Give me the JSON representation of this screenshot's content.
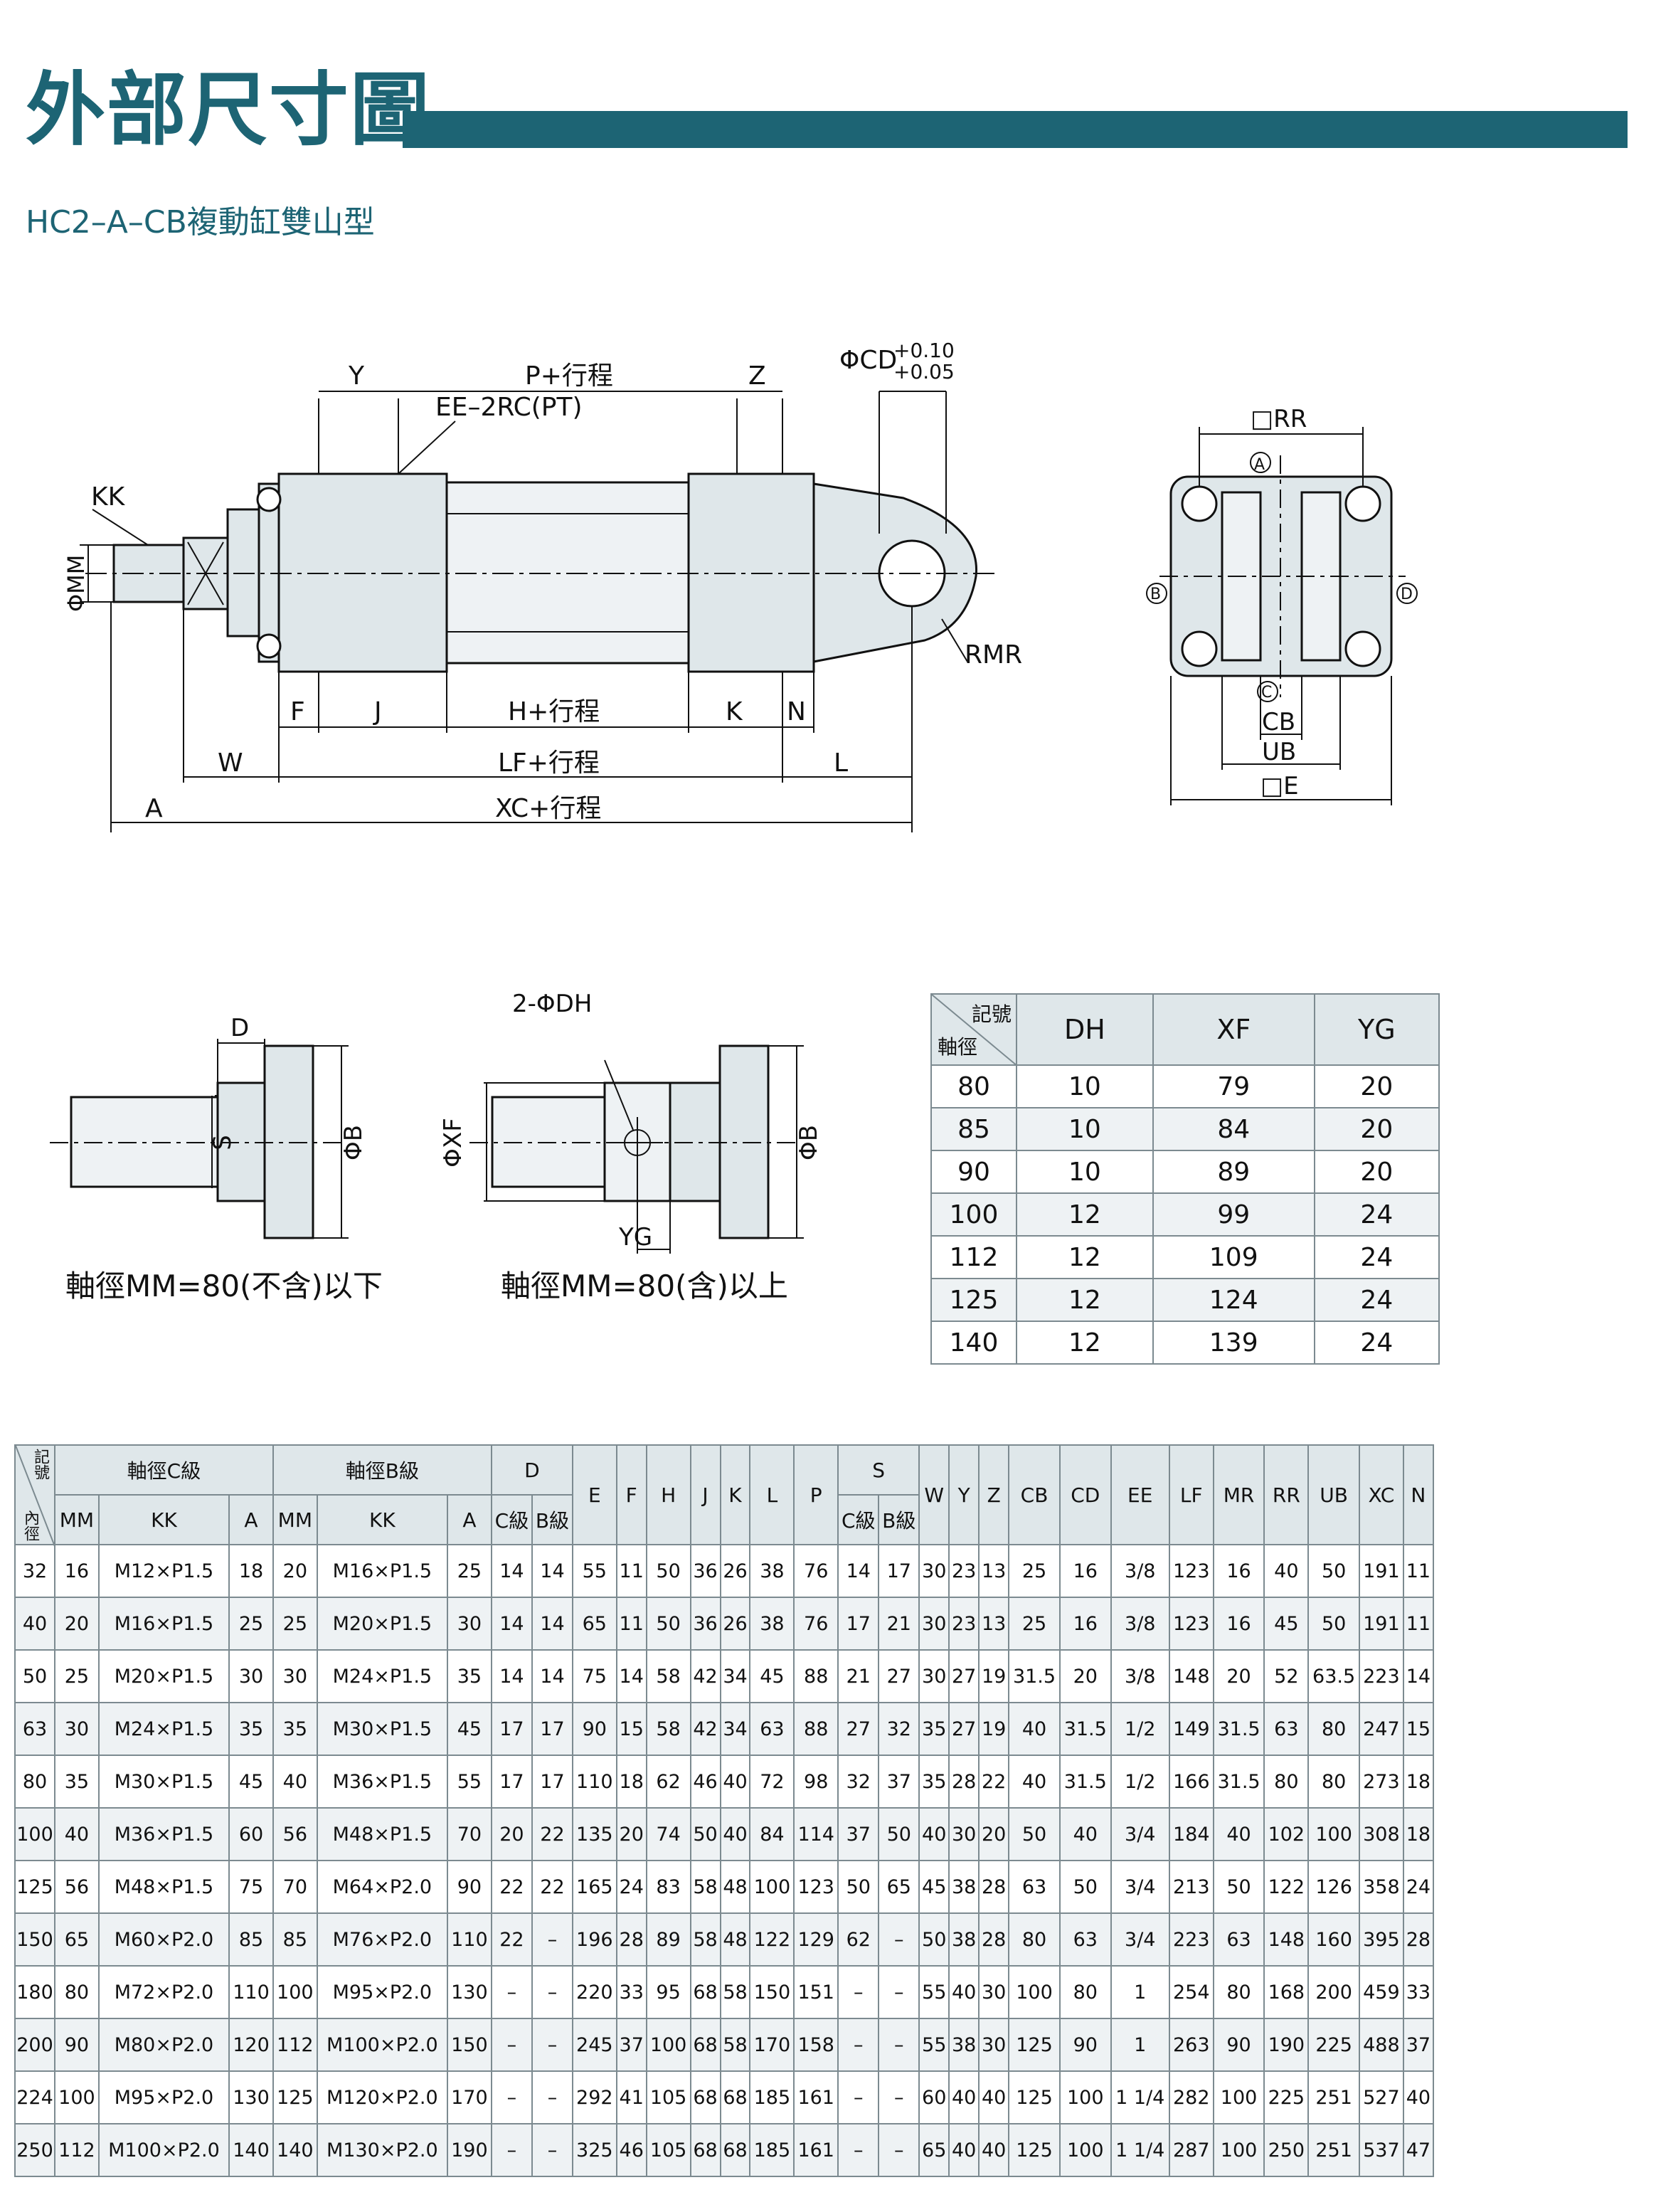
{
  "header": {
    "title": "外部尺寸圖",
    "subtitle": "HC2–A–CB複動缸雙山型"
  },
  "colors": {
    "accent": "#1d6474",
    "header_bg": "#dfe7ea",
    "row_alt": "#eef2f4",
    "grid": "#7c8a90"
  },
  "main_drawing": {
    "labels": {
      "y": "Y",
      "p_stroke": "P+行程",
      "z": "Z",
      "cd": "ΦCD",
      "cd_tol_top": "+0.10",
      "cd_tol_bottom": "+0.05",
      "ee": "EE–2RC(PT)",
      "kk": "KK",
      "mm": "ΦMM",
      "rmr": "RMR",
      "f": "F",
      "j": "J",
      "h_stroke": "H+行程",
      "k": "K",
      "n": "N",
      "w": "W",
      "lf_stroke": "LF+行程",
      "l": "L",
      "a": "A",
      "xc_stroke": "XC+行程"
    }
  },
  "end_view": {
    "labels": {
      "rr": "□RR",
      "pa": "A",
      "pb": "B",
      "pc": "C",
      "pd": "D",
      "cb": "CB",
      "ub": "UB",
      "e": "□E"
    }
  },
  "rod_views": {
    "labels": {
      "d": "D",
      "s": "S",
      "b1": "ΦB",
      "dh": "2-ΦDH",
      "xf": "ΦXF",
      "b2": "ΦB",
      "yg": "YG"
    },
    "caption_left": "軸徑MM=80(不含)以下",
    "caption_right": "軸徑MM=80(含)以上"
  },
  "small_table": {
    "corner_top": "記號",
    "corner_bottom": "軸徑",
    "headers": [
      "DH",
      "XF",
      "YG"
    ],
    "rows": [
      [
        "80",
        "10",
        "79",
        "20"
      ],
      [
        "85",
        "10",
        "84",
        "20"
      ],
      [
        "90",
        "10",
        "89",
        "20"
      ],
      [
        "100",
        "12",
        "99",
        "24"
      ],
      [
        "112",
        "12",
        "109",
        "24"
      ],
      [
        "125",
        "12",
        "124",
        "24"
      ],
      [
        "140",
        "12",
        "139",
        "24"
      ]
    ]
  },
  "big_table": {
    "corner_top": "記號",
    "corner_bottom": "內徑",
    "group_c": "軸徑C級",
    "group_b": "軸徑B級",
    "group_d": "D",
    "group_s": "S",
    "sub_c": [
      "MM",
      "KK",
      "A"
    ],
    "sub_b": [
      "MM",
      "KK",
      "A"
    ],
    "sub_d": [
      "C級",
      "B級"
    ],
    "sub_s": [
      "C級",
      "B級"
    ],
    "mid_cols": [
      "E",
      "F",
      "H",
      "J",
      "K",
      "L",
      "P"
    ],
    "end_cols": [
      "W",
      "Y",
      "Z",
      "CB",
      "CD",
      "EE",
      "LF",
      "MR",
      "RR",
      "UB",
      "XC",
      "N"
    ],
    "rows": [
      [
        "32",
        "16",
        "M12×P1.5",
        "18",
        "20",
        "M16×P1.5",
        "25",
        "14",
        "14",
        "55",
        "11",
        "50",
        "36",
        "26",
        "38",
        "76",
        "14",
        "17",
        "30",
        "23",
        "13",
        "25",
        "16",
        "3/8",
        "123",
        "16",
        "40",
        "50",
        "191",
        "11"
      ],
      [
        "40",
        "20",
        "M16×P1.5",
        "25",
        "25",
        "M20×P1.5",
        "30",
        "14",
        "14",
        "65",
        "11",
        "50",
        "36",
        "26",
        "38",
        "76",
        "17",
        "21",
        "30",
        "23",
        "13",
        "25",
        "16",
        "3/8",
        "123",
        "16",
        "45",
        "50",
        "191",
        "11"
      ],
      [
        "50",
        "25",
        "M20×P1.5",
        "30",
        "30",
        "M24×P1.5",
        "35",
        "14",
        "14",
        "75",
        "14",
        "58",
        "42",
        "34",
        "45",
        "88",
        "21",
        "27",
        "30",
        "27",
        "19",
        "31.5",
        "20",
        "3/8",
        "148",
        "20",
        "52",
        "63.5",
        "223",
        "14"
      ],
      [
        "63",
        "30",
        "M24×P1.5",
        "35",
        "35",
        "M30×P1.5",
        "45",
        "17",
        "17",
        "90",
        "15",
        "58",
        "42",
        "34",
        "63",
        "88",
        "27",
        "32",
        "35",
        "27",
        "19",
        "40",
        "31.5",
        "1/2",
        "149",
        "31.5",
        "63",
        "80",
        "247",
        "15"
      ],
      [
        "80",
        "35",
        "M30×P1.5",
        "45",
        "40",
        "M36×P1.5",
        "55",
        "17",
        "17",
        "110",
        "18",
        "62",
        "46",
        "40",
        "72",
        "98",
        "32",
        "37",
        "35",
        "28",
        "22",
        "40",
        "31.5",
        "1/2",
        "166",
        "31.5",
        "80",
        "80",
        "273",
        "18"
      ],
      [
        "100",
        "40",
        "M36×P1.5",
        "60",
        "56",
        "M48×P1.5",
        "70",
        "20",
        "22",
        "135",
        "20",
        "74",
        "50",
        "40",
        "84",
        "114",
        "37",
        "50",
        "40",
        "30",
        "20",
        "50",
        "40",
        "3/4",
        "184",
        "40",
        "102",
        "100",
        "308",
        "18"
      ],
      [
        "125",
        "56",
        "M48×P1.5",
        "75",
        "70",
        "M64×P2.0",
        "90",
        "22",
        "22",
        "165",
        "24",
        "83",
        "58",
        "48",
        "100",
        "123",
        "50",
        "65",
        "45",
        "38",
        "28",
        "63",
        "50",
        "3/4",
        "213",
        "50",
        "122",
        "126",
        "358",
        "24"
      ],
      [
        "150",
        "65",
        "M60×P2.0",
        "85",
        "85",
        "M76×P2.0",
        "110",
        "22",
        "–",
        "196",
        "28",
        "89",
        "58",
        "48",
        "122",
        "129",
        "62",
        "–",
        "50",
        "38",
        "28",
        "80",
        "63",
        "3/4",
        "223",
        "63",
        "148",
        "160",
        "395",
        "28"
      ],
      [
        "180",
        "80",
        "M72×P2.0",
        "110",
        "100",
        "M95×P2.0",
        "130",
        "–",
        "–",
        "220",
        "33",
        "95",
        "68",
        "58",
        "150",
        "151",
        "–",
        "–",
        "55",
        "40",
        "30",
        "100",
        "80",
        "1",
        "254",
        "80",
        "168",
        "200",
        "459",
        "33"
      ],
      [
        "200",
        "90",
        "M80×P2.0",
        "120",
        "112",
        "M100×P2.0",
        "150",
        "–",
        "–",
        "245",
        "37",
        "100",
        "68",
        "58",
        "170",
        "158",
        "–",
        "–",
        "55",
        "38",
        "30",
        "125",
        "90",
        "1",
        "263",
        "90",
        "190",
        "225",
        "488",
        "37"
      ],
      [
        "224",
        "100",
        "M95×P2.0",
        "130",
        "125",
        "M120×P2.0",
        "170",
        "–",
        "–",
        "292",
        "41",
        "105",
        "68",
        "68",
        "185",
        "161",
        "–",
        "–",
        "60",
        "40",
        "40",
        "125",
        "100",
        "1 1/4",
        "282",
        "100",
        "225",
        "251",
        "527",
        "40"
      ],
      [
        "250",
        "112",
        "M100×P2.0",
        "140",
        "140",
        "M130×P2.0",
        "190",
        "–",
        "–",
        "325",
        "46",
        "105",
        "68",
        "68",
        "185",
        "161",
        "–",
        "–",
        "65",
        "40",
        "40",
        "125",
        "100",
        "1 1/4",
        "287",
        "100",
        "250",
        "251",
        "537",
        "47"
      ]
    ]
  }
}
